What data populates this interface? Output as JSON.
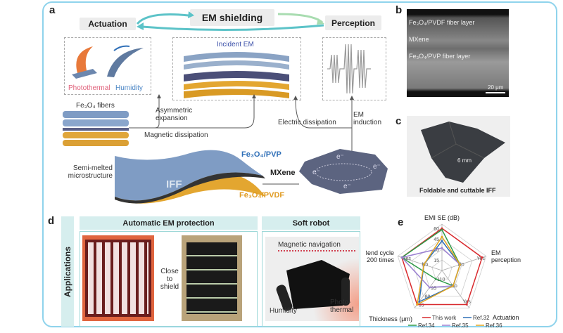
{
  "panel_a": {
    "label": "a",
    "actuation": "Actuation",
    "em_shielding": "EM shielding",
    "perception": "Perception",
    "photothermal": "Photothermal",
    "humidity": "Humidity",
    "incident_em": "Incident EM",
    "fibers": "Fe₃O₄ fibers",
    "asymmetric": "Asymmetric expansion",
    "magnetic": "Magnetic dissipation",
    "electric": "Electric dissipation",
    "em_induction": "EM induction",
    "semi_melted": "Semi-melted microstructure",
    "iff": "IFF",
    "pvp": "Fe₃O₄/PVP",
    "pvdf": "Fe₃O₄/PVDF",
    "mxene": "MXene",
    "electron": "e⁻"
  },
  "panel_b": {
    "label": "b",
    "layer1": "Fe₃O₄/PVDF fiber layer",
    "layer2": "MXene",
    "layer3": "Fe₃O₄/PVP fiber layer",
    "scale": "20 μm"
  },
  "panel_c": {
    "label": "c",
    "scale": "6 mm",
    "caption": "Foldable and cuttable IFF"
  },
  "panel_d": {
    "label": "d",
    "side": "Applications",
    "header1": "Automatic EM protection",
    "header2": "Soft robot",
    "close": "Close to shield",
    "magnetic_nav": "Magnetic navigation",
    "humidity": "Humidity",
    "photothermal": "Photo-thermal"
  },
  "panel_e": {
    "label": "e"
  },
  "chart_data": {
    "type": "radar",
    "axes": [
      {
        "name": "EMI SE (dB)",
        "ticks": [
          "15",
          "30",
          "45",
          "60"
        ],
        "range": [
          0,
          60
        ]
      },
      {
        "name": "EM perception",
        "ticks": [
          "No",
          "Yes"
        ]
      },
      {
        "name": "Actuation",
        "ticks": [
          "No",
          "Yes"
        ]
      },
      {
        "name": "Thickness (μm)",
        "ticks": [
          "110",
          "95",
          "80",
          "65"
        ],
        "range": [
          110,
          65
        ]
      },
      {
        "name": "Bend cycle 200 times",
        "ticks": [
          "No",
          "Yes"
        ]
      }
    ],
    "series": [
      {
        "name": "This work",
        "color": "#d92a2e",
        "values": [
          60,
          "Yes",
          "Yes",
          65,
          "Yes"
        ]
      },
      {
        "name": "Ref.32",
        "color": "#2f6fb7",
        "values": [
          42,
          "No",
          "No",
          70,
          "No"
        ]
      },
      {
        "name": "Ref.34",
        "color": "#2e9a48",
        "values": [
          58,
          "No",
          "No",
          110,
          "Yes"
        ]
      },
      {
        "name": "Ref.35",
        "color": "#9b80d2",
        "values": [
          32,
          "No",
          "No",
          95,
          "Yes"
        ]
      },
      {
        "name": "Ref.36",
        "color": "#e2a620",
        "values": [
          48,
          "No",
          "No",
          65,
          "No"
        ]
      }
    ],
    "legend": "bottom"
  }
}
